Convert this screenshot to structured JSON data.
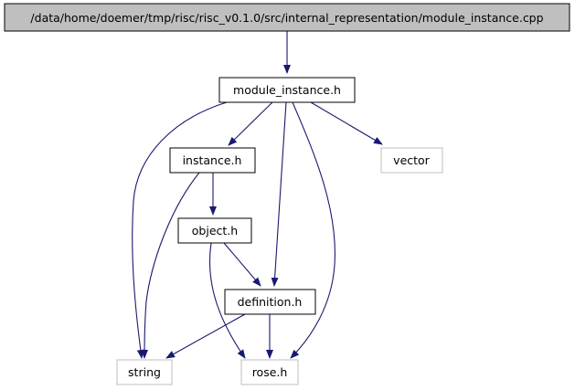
{
  "diagram": {
    "nodes": [
      {
        "id": "root",
        "label": "/data/home/doemer/tmp/risc/risc_v0.1.0/src/internal_representation/module_instance.cpp",
        "style": "root"
      },
      {
        "id": "module_instance_h",
        "label": "module_instance.h",
        "style": "documented"
      },
      {
        "id": "instance_h",
        "label": "instance.h",
        "style": "documented"
      },
      {
        "id": "vector",
        "label": "vector",
        "style": "external"
      },
      {
        "id": "object_h",
        "label": "object.h",
        "style": "documented"
      },
      {
        "id": "definition_h",
        "label": "definition.h",
        "style": "documented"
      },
      {
        "id": "string",
        "label": "string",
        "style": "external"
      },
      {
        "id": "rose_h",
        "label": "rose.h",
        "style": "external"
      }
    ],
    "edges": [
      {
        "from": "root",
        "to": "module_instance_h"
      },
      {
        "from": "module_instance_h",
        "to": "instance_h"
      },
      {
        "from": "module_instance_h",
        "to": "vector"
      },
      {
        "from": "module_instance_h",
        "to": "definition_h"
      },
      {
        "from": "module_instance_h",
        "to": "string"
      },
      {
        "from": "module_instance_h",
        "to": "rose_h"
      },
      {
        "from": "instance_h",
        "to": "object_h"
      },
      {
        "from": "instance_h",
        "to": "string"
      },
      {
        "from": "object_h",
        "to": "definition_h"
      },
      {
        "from": "object_h",
        "to": "rose_h"
      },
      {
        "from": "definition_h",
        "to": "string"
      },
      {
        "from": "definition_h",
        "to": "rose_h"
      }
    ],
    "colors": {
      "edge": "#191970",
      "root_fill": "#bfbfbf",
      "node_border": "#000000",
      "external_border": "#bfbfbf",
      "background": "#ffffff"
    }
  }
}
